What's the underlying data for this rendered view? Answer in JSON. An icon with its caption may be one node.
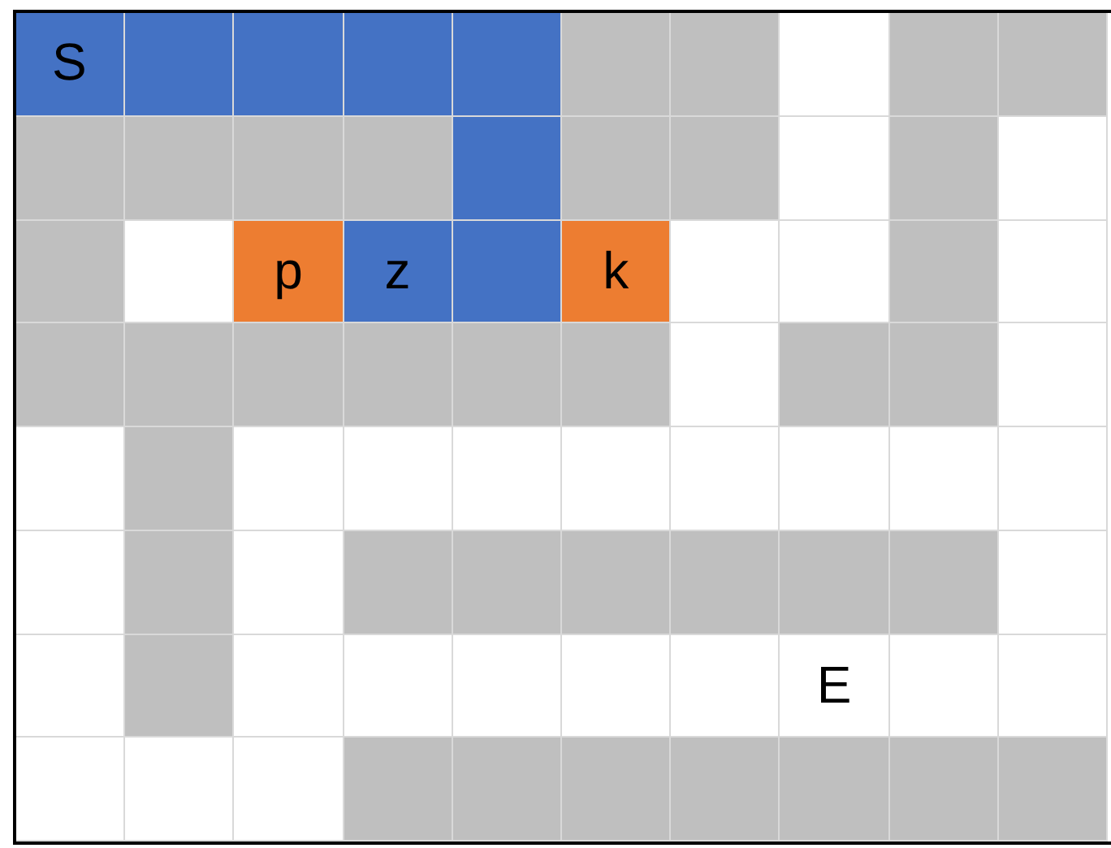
{
  "diagram": {
    "nodes": [
      {
        "text": [
          "S"
        ]
      },
      {
        "text": [
          "p"
        ]
      },
      {
        "text": [
          "z"
        ]
      },
      {
        "text": [
          "k"
        ]
      },
      {
        "text": [
          "E"
        ]
      }
    ]
  }
}
